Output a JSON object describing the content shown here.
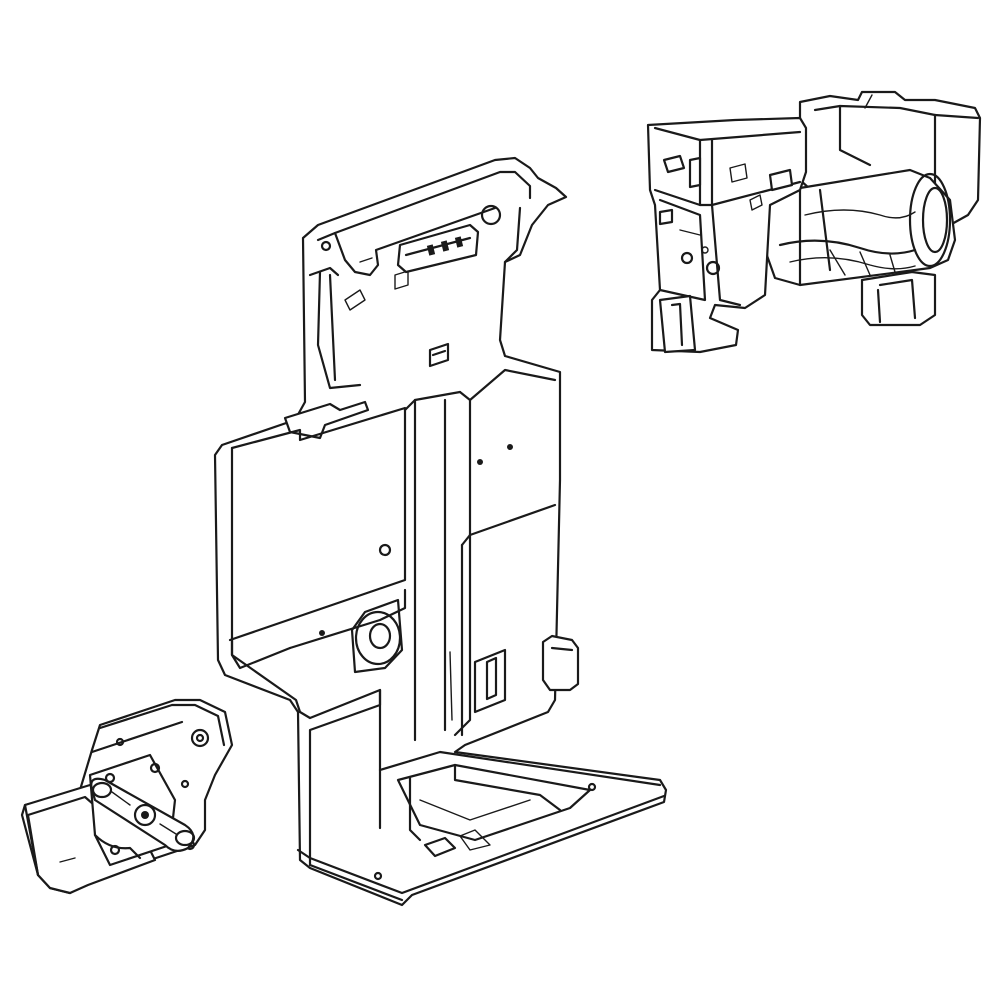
{
  "figure": {
    "background": "#ffffff",
    "line_color": "#1a1a1a",
    "parts": [
      {
        "id": "ice-maker-assembly",
        "icon": "ice-maker-motor-module"
      },
      {
        "id": "mounting-bracket",
        "icon": "ice-bin-bracket"
      },
      {
        "id": "auger-motor-mount",
        "icon": "motor-plate"
      }
    ]
  }
}
